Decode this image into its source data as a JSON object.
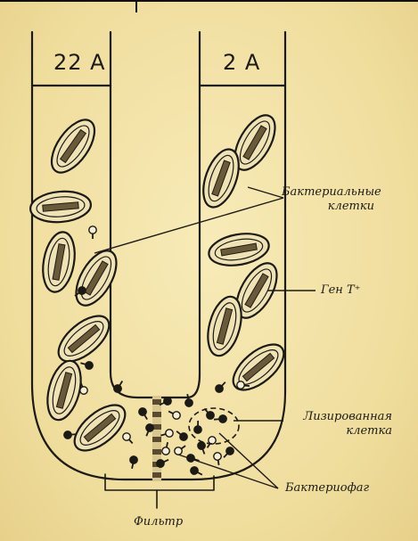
{
  "tubes": {
    "left_label": "22 A",
    "right_label": "2 A"
  },
  "labels": {
    "bacterial_cells": [
      "Бактериальные",
      "клетки"
    ],
    "gene": "Ген T⁺",
    "lysed_cell": [
      "Лизированная",
      "клетка"
    ],
    "bacteriophage": "Бактериофаг",
    "filter": "Фильтр"
  },
  "colors": {
    "background": "#f0dea0",
    "ink": "#1c1a14",
    "cell_fill": "#efe2b4",
    "gene_bar": "#6b5a3a"
  }
}
